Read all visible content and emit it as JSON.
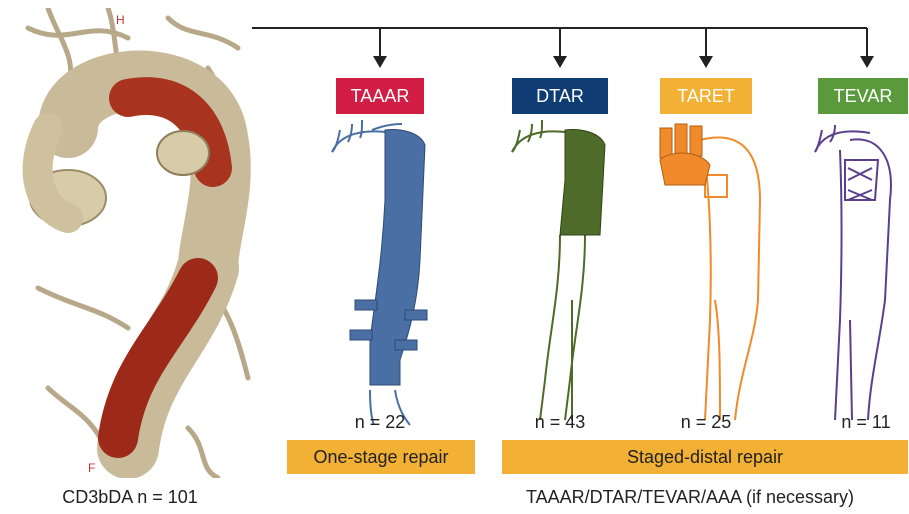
{
  "left_panel": {
    "caption": "CD3bDA   n = 101",
    "image_markers": [
      "H",
      "F"
    ]
  },
  "categories": [
    {
      "key": "taaar",
      "label": "TAAAR",
      "color": "#d21e45",
      "count": "n = 22"
    },
    {
      "key": "dtar",
      "label": "DTAR",
      "color": "#0f3d73",
      "count": "n = 43"
    },
    {
      "key": "taret",
      "label": "TARET",
      "color": "#f2b035",
      "count": "n = 25"
    },
    {
      "key": "tevar",
      "label": "TEVAR",
      "color": "#5b9a3c",
      "count": "n = 11"
    }
  ],
  "groups": {
    "one_stage": "One-stage repair",
    "staged_distal": "Staged-distal repair"
  },
  "footer": "TAAAR/DTAR/TEVAR/AAA (if necessary)",
  "colors": {
    "blue_graft": "#4a6fa5",
    "green_graft": "#4f6b2a",
    "orange_graft": "#f08a2b",
    "purple_graft": "#5b3f8c",
    "bar": "#f2b035"
  }
}
